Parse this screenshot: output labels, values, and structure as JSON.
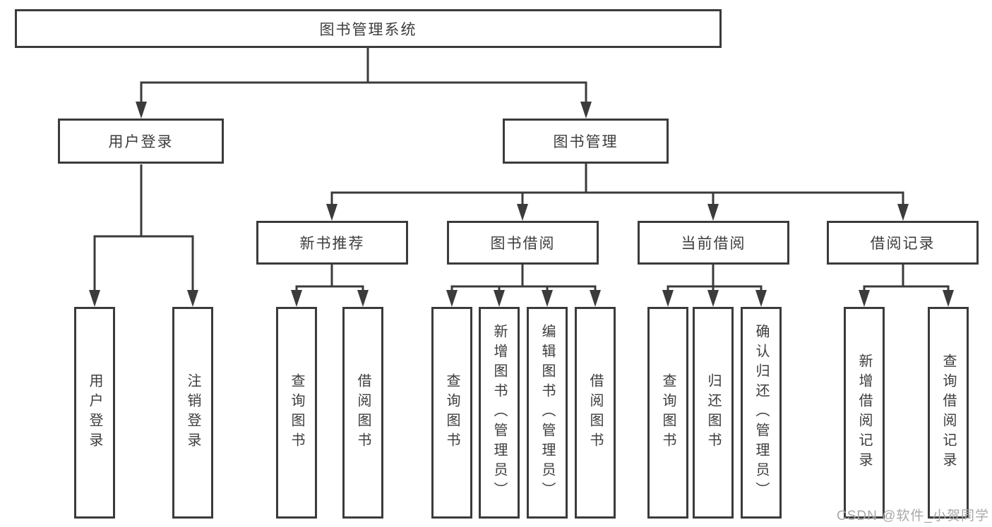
{
  "diagram": {
    "root": "图书管理系统",
    "level2": {
      "user_login": "用户登录",
      "book_management": "图书管理"
    },
    "level3": {
      "new_book_recommend": "新书推荐",
      "book_borrow": "图书借阅",
      "current_borrow": "当前借阅",
      "borrow_records": "借阅记录"
    },
    "leaves": {
      "user_login": [
        "用户登录",
        "注销登录"
      ],
      "new_book_recommend": [
        "查询图书",
        "借阅图书"
      ],
      "book_borrow": [
        "查询图书",
        "新增图书（管理员）",
        "编辑图书（管理员）",
        "借阅图书"
      ],
      "current_borrow": [
        "查询图书",
        "归还图书",
        "确认归还（管理员）"
      ],
      "borrow_records": [
        "新增借阅记录",
        "查询借阅记录"
      ]
    }
  },
  "watermark": "CSDN @软件_小贺同学",
  "colors": {
    "line": "#3b3b3b",
    "text": "#3d3d3d",
    "watermark": "#a8a8a8",
    "background": "#ffffff"
  }
}
